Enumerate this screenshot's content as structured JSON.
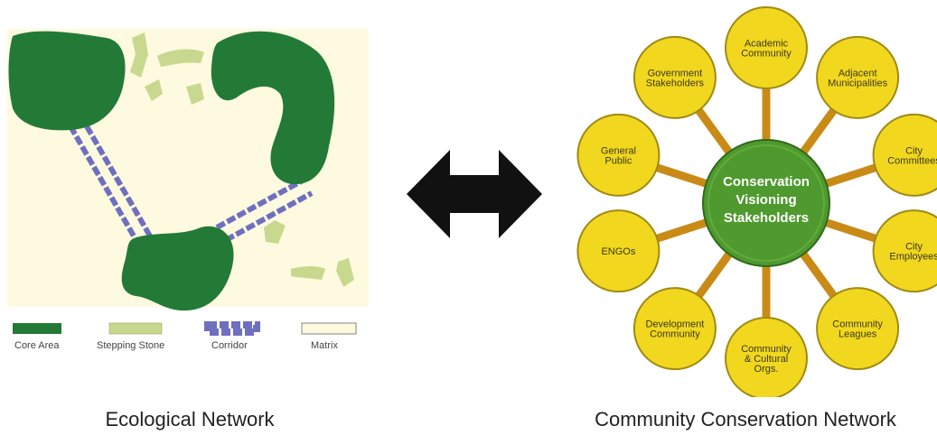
{
  "ecological": {
    "legend": {
      "core_area": "Core Area",
      "stepping_stone": "Stepping Stone",
      "corridor": "Corridor",
      "matrix": "Matrix"
    },
    "caption": "Ecological Network"
  },
  "community": {
    "center_lines": [
      "Conservation",
      "Visioning",
      "Stakeholders"
    ],
    "nodes": [
      [
        "Academic",
        "Community"
      ],
      [
        "Adjacent",
        "Municipalities"
      ],
      [
        "City",
        "Committees"
      ],
      [
        "City",
        "Employees"
      ],
      [
        "Community",
        "Leagues"
      ],
      [
        "Community",
        "& Cultural",
        "Orgs."
      ],
      [
        "Development",
        "Community"
      ],
      [
        "ENGOs"
      ],
      [
        "General",
        "Public"
      ],
      [
        "Government",
        "Stakeholders"
      ]
    ],
    "caption": "Community Conservation Network"
  },
  "colors": {
    "core_area": "#237a37",
    "stepping_stone": "#c9d88f",
    "corridor": "#6f6fc0",
    "matrix": "#fdfae0",
    "node_fill": "#f2d71f",
    "node_stroke": "#a08a12",
    "spoke": "#c98b16",
    "center_fill": "#4f9a2e",
    "arrow": "#111111"
  }
}
